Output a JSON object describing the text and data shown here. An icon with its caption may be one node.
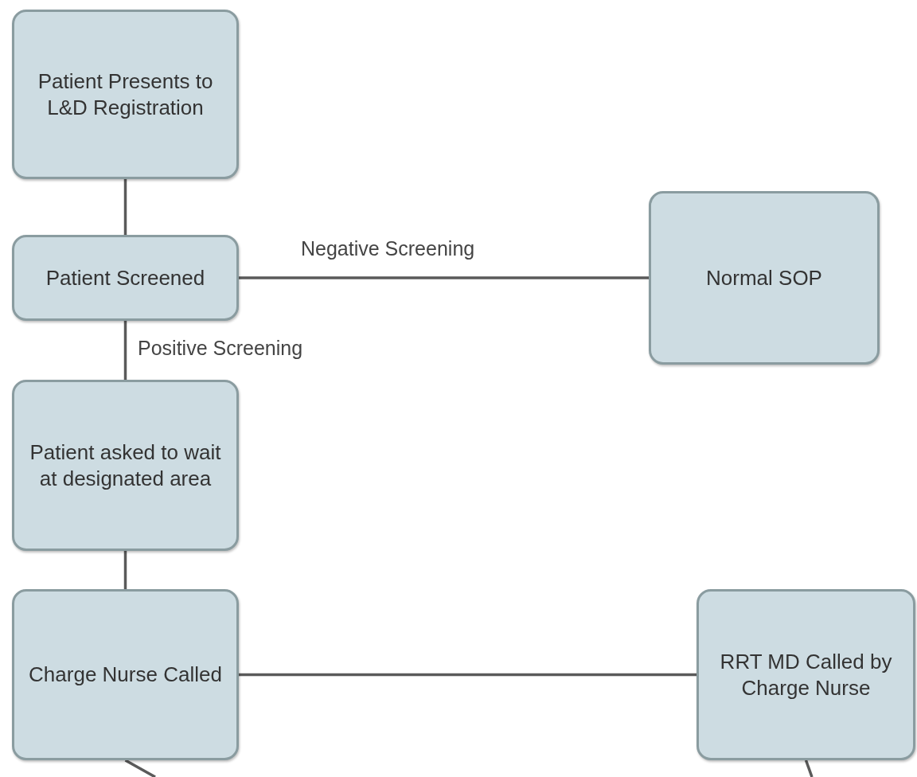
{
  "diagram": {
    "nodes": [
      {
        "text": [
          "Patient Presents to L&D Registration"
        ]
      },
      {
        "text": [
          "Patient Screened"
        ]
      },
      {
        "text": [
          "Normal SOP"
        ]
      },
      {
        "text": [
          "Patient asked to wait at designated area"
        ]
      },
      {
        "text": [
          "Charge Nurse Called"
        ]
      },
      {
        "text": [
          "RRT MD Called by Charge Nurse"
        ]
      }
    ],
    "edges": [
      {
        "from": 0,
        "to": 1,
        "arrow": "none"
      },
      {
        "from": 1,
        "to": 2,
        "arrow": "none",
        "label": "Negative Screening"
      },
      {
        "from": 1,
        "to": 3,
        "arrow": "none",
        "label": "Positive Screening"
      },
      {
        "from": 3,
        "to": 4,
        "arrow": "none"
      },
      {
        "from": 4,
        "to": 5,
        "arrow": "none"
      },
      {
        "from": 4,
        "to": null,
        "arrow": "none"
      },
      {
        "from": 5,
        "to": null,
        "arrow": "none"
      }
    ]
  }
}
